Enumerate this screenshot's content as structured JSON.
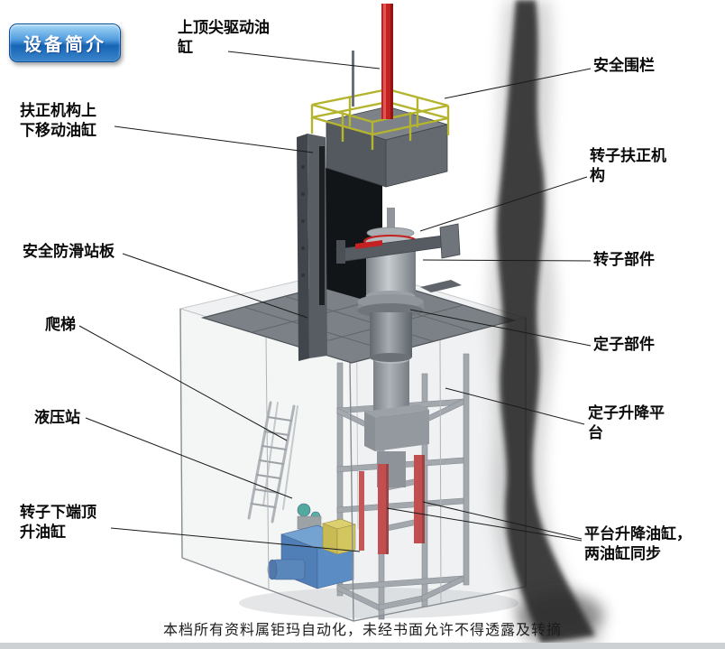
{
  "badge": {
    "label": "设备简介"
  },
  "labels": {
    "top_drive_cylinder": "上顶尖驱动油缸",
    "safety_fence": "安全围栏",
    "centering_up_down_cylinder": "扶正机构上下移动油缸",
    "rotor_centering_mechanism": "转子扶正机构",
    "anti_slip_platform": "安全防滑站板",
    "rotor_part": "转子部件",
    "ladder": "爬梯",
    "stator_part": "定子部件",
    "hydraulic_station": "液压站",
    "stator_lift_platform": "定子升降平台",
    "rotor_bottom_jack_cylinder": "转子下端顶升油缸",
    "platform_lift_cylinders": "平台升降油缸，两油缸同步"
  },
  "footer": {
    "text": "本档所有资料属钜玛自动化，未经书面允许不得透露及转摘"
  },
  "colors": {
    "cylinder_red": "#c42222",
    "railing_yellow": "#b5b42e",
    "hydraulic_blue": "#2d66ae",
    "badge_blue": "#1664b4",
    "structure_grey": "#575d63"
  }
}
